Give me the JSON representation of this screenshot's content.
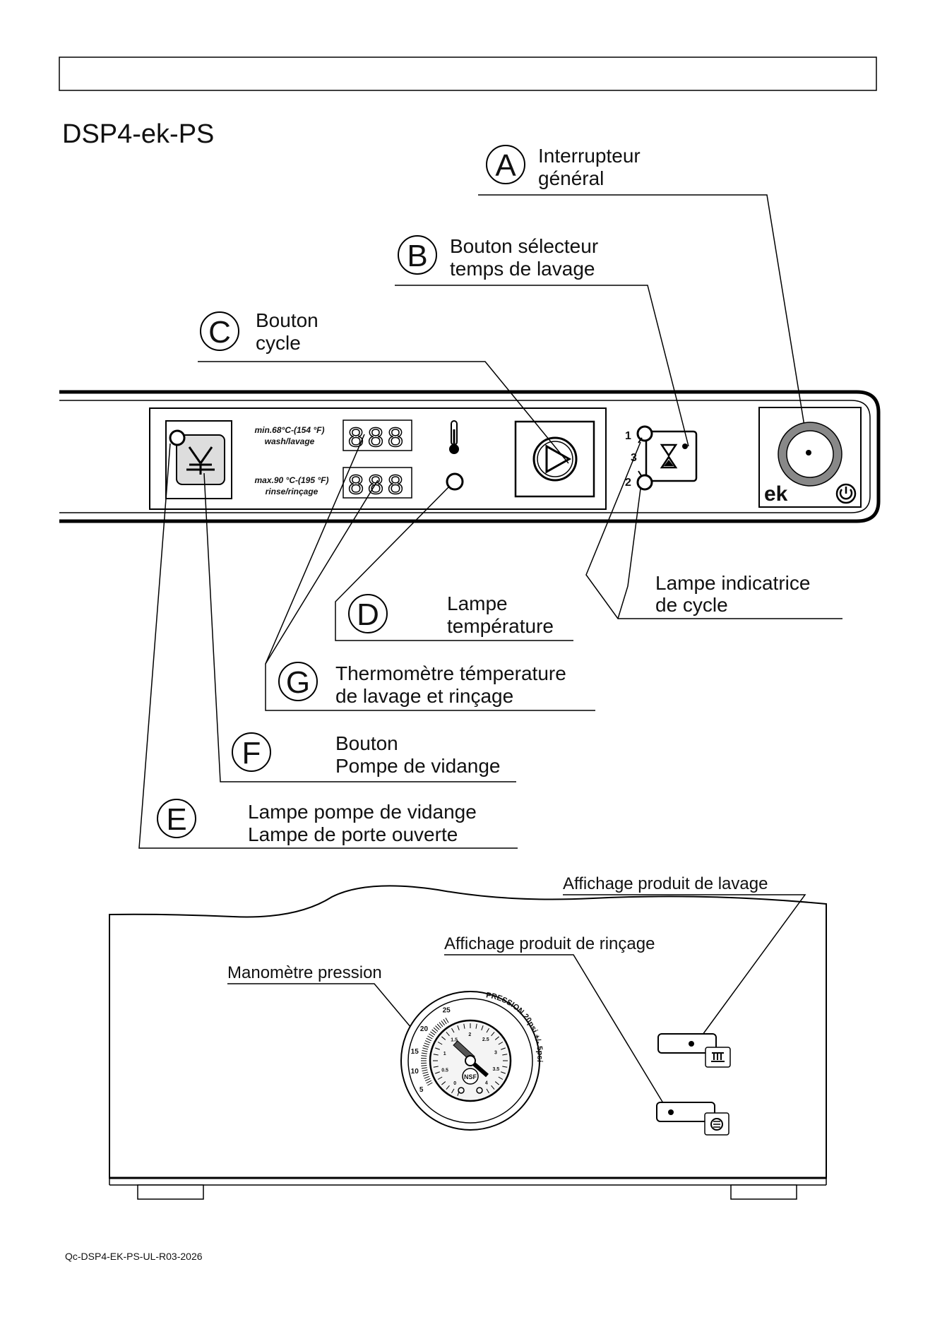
{
  "title": "DSP4-ek-PS",
  "footer_code": "Qc-DSP4-EK-PS-UL-R03-2026",
  "callouts": {
    "A": {
      "letter": "A",
      "line1": "Interrupteur",
      "line2": "général"
    },
    "B": {
      "letter": "B",
      "line1": "Bouton  sélecteur",
      "line2": "temps  de  lavage"
    },
    "C": {
      "letter": "C",
      "line1": "Bouton",
      "line2": "cycle"
    },
    "D": {
      "letter": "D",
      "line1": "Lampe",
      "line2": "température"
    },
    "G": {
      "letter": "G",
      "line1": "Thermomètre  témperature",
      "line2": "de  lavage  et  rinçage"
    },
    "F": {
      "letter": "F",
      "line1": "Bouton",
      "line2": "Pompe  de  vidange"
    },
    "E": {
      "letter": "E",
      "line1": "Lampe  pompe  de  vidange",
      "line2": "Lampe  de  porte  ouverte"
    },
    "cycle_lamp": {
      "line1": "Lampe  indicatrice",
      "line2": "de  cycle"
    }
  },
  "panel": {
    "wash_label_1": "min.68°C-(154 °F)",
    "wash_label_2": "wash/lavage",
    "rinse_label_1": "max.90 °C-(195 °F)",
    "rinse_label_2": "rinse/rinçage",
    "wash_display": "888",
    "rinse_display": "888",
    "cycle_num_1": "1",
    "cycle_num_3": "3",
    "cycle_num_2": "2",
    "brand": "ek"
  },
  "machine_front": {
    "wash_product_label": "Affichage  produit  de  lavage",
    "rinse_product_label": "Affichage  produit  de  rinçage",
    "gauge_label": "Manomètre  pression",
    "gauge_title": "PRESSION 20psi +/- 5psi",
    "gauge_nsf": "NSF",
    "gauge_outer_ticks": [
      "5",
      "10",
      "15",
      "20",
      "25"
    ],
    "gauge_inner_ticks": [
      "0",
      "0.5",
      "1",
      "1.5",
      "2",
      "2.5",
      "3",
      "3.5",
      "4"
    ]
  },
  "icons": [
    "thermometer-icon",
    "play-cycle-icon",
    "hourglass-icon",
    "power-icon",
    "drain-pump-icon",
    "wash-product-icon",
    "rinse-product-icon"
  ]
}
